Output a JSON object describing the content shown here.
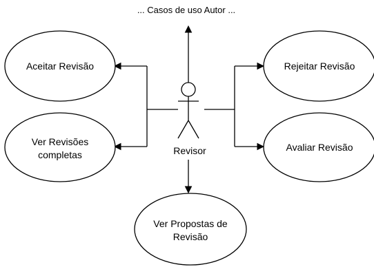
{
  "diagram": {
    "title": "... Casos de uso Autor ...",
    "actor": {
      "label": "Revisor"
    },
    "use_cases": {
      "accept": {
        "line1": "Aceitar Revisão"
      },
      "view_complete": {
        "line1": "Ver Revisões",
        "line2": "completas"
      },
      "reject": {
        "line1": "Rejeitar Revisão"
      },
      "evaluate": {
        "line1": "Avaliar Revisão"
      },
      "view_proposals": {
        "line1": "Ver Propostas de",
        "line2": "Revisão"
      }
    }
  }
}
